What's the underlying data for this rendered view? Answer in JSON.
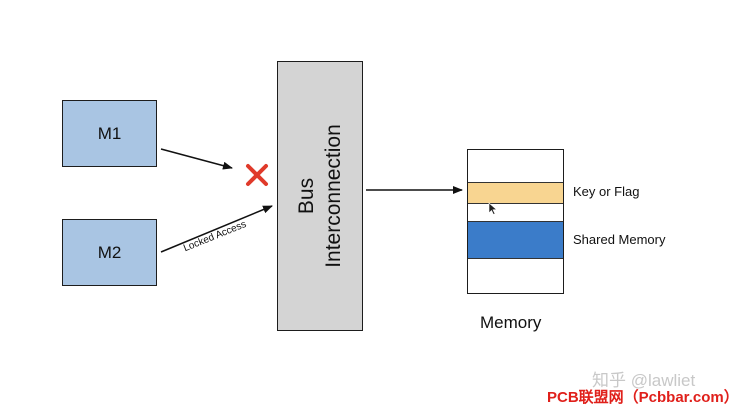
{
  "masters": [
    {
      "label": "M1"
    },
    {
      "label": "M2"
    }
  ],
  "bus": {
    "line1": "Bus",
    "line2": "Interconnection"
  },
  "memory": {
    "title": "Memory",
    "regions": [
      {
        "label": "Key or Flag",
        "color": "#f8d591"
      },
      {
        "label": "Shared Memory",
        "color": "#3b7cc9"
      }
    ]
  },
  "arrows": {
    "locked_label": "Locked Access"
  },
  "blocked_marker_color": "#e03a2a",
  "watermarks": {
    "zhihu": "知乎 @lawliet",
    "pcb": "PCB联盟网（Pcbbar.com）"
  },
  "colors": {
    "master_fill": "#a9c5e3",
    "bus_fill": "#d4d4d4"
  }
}
